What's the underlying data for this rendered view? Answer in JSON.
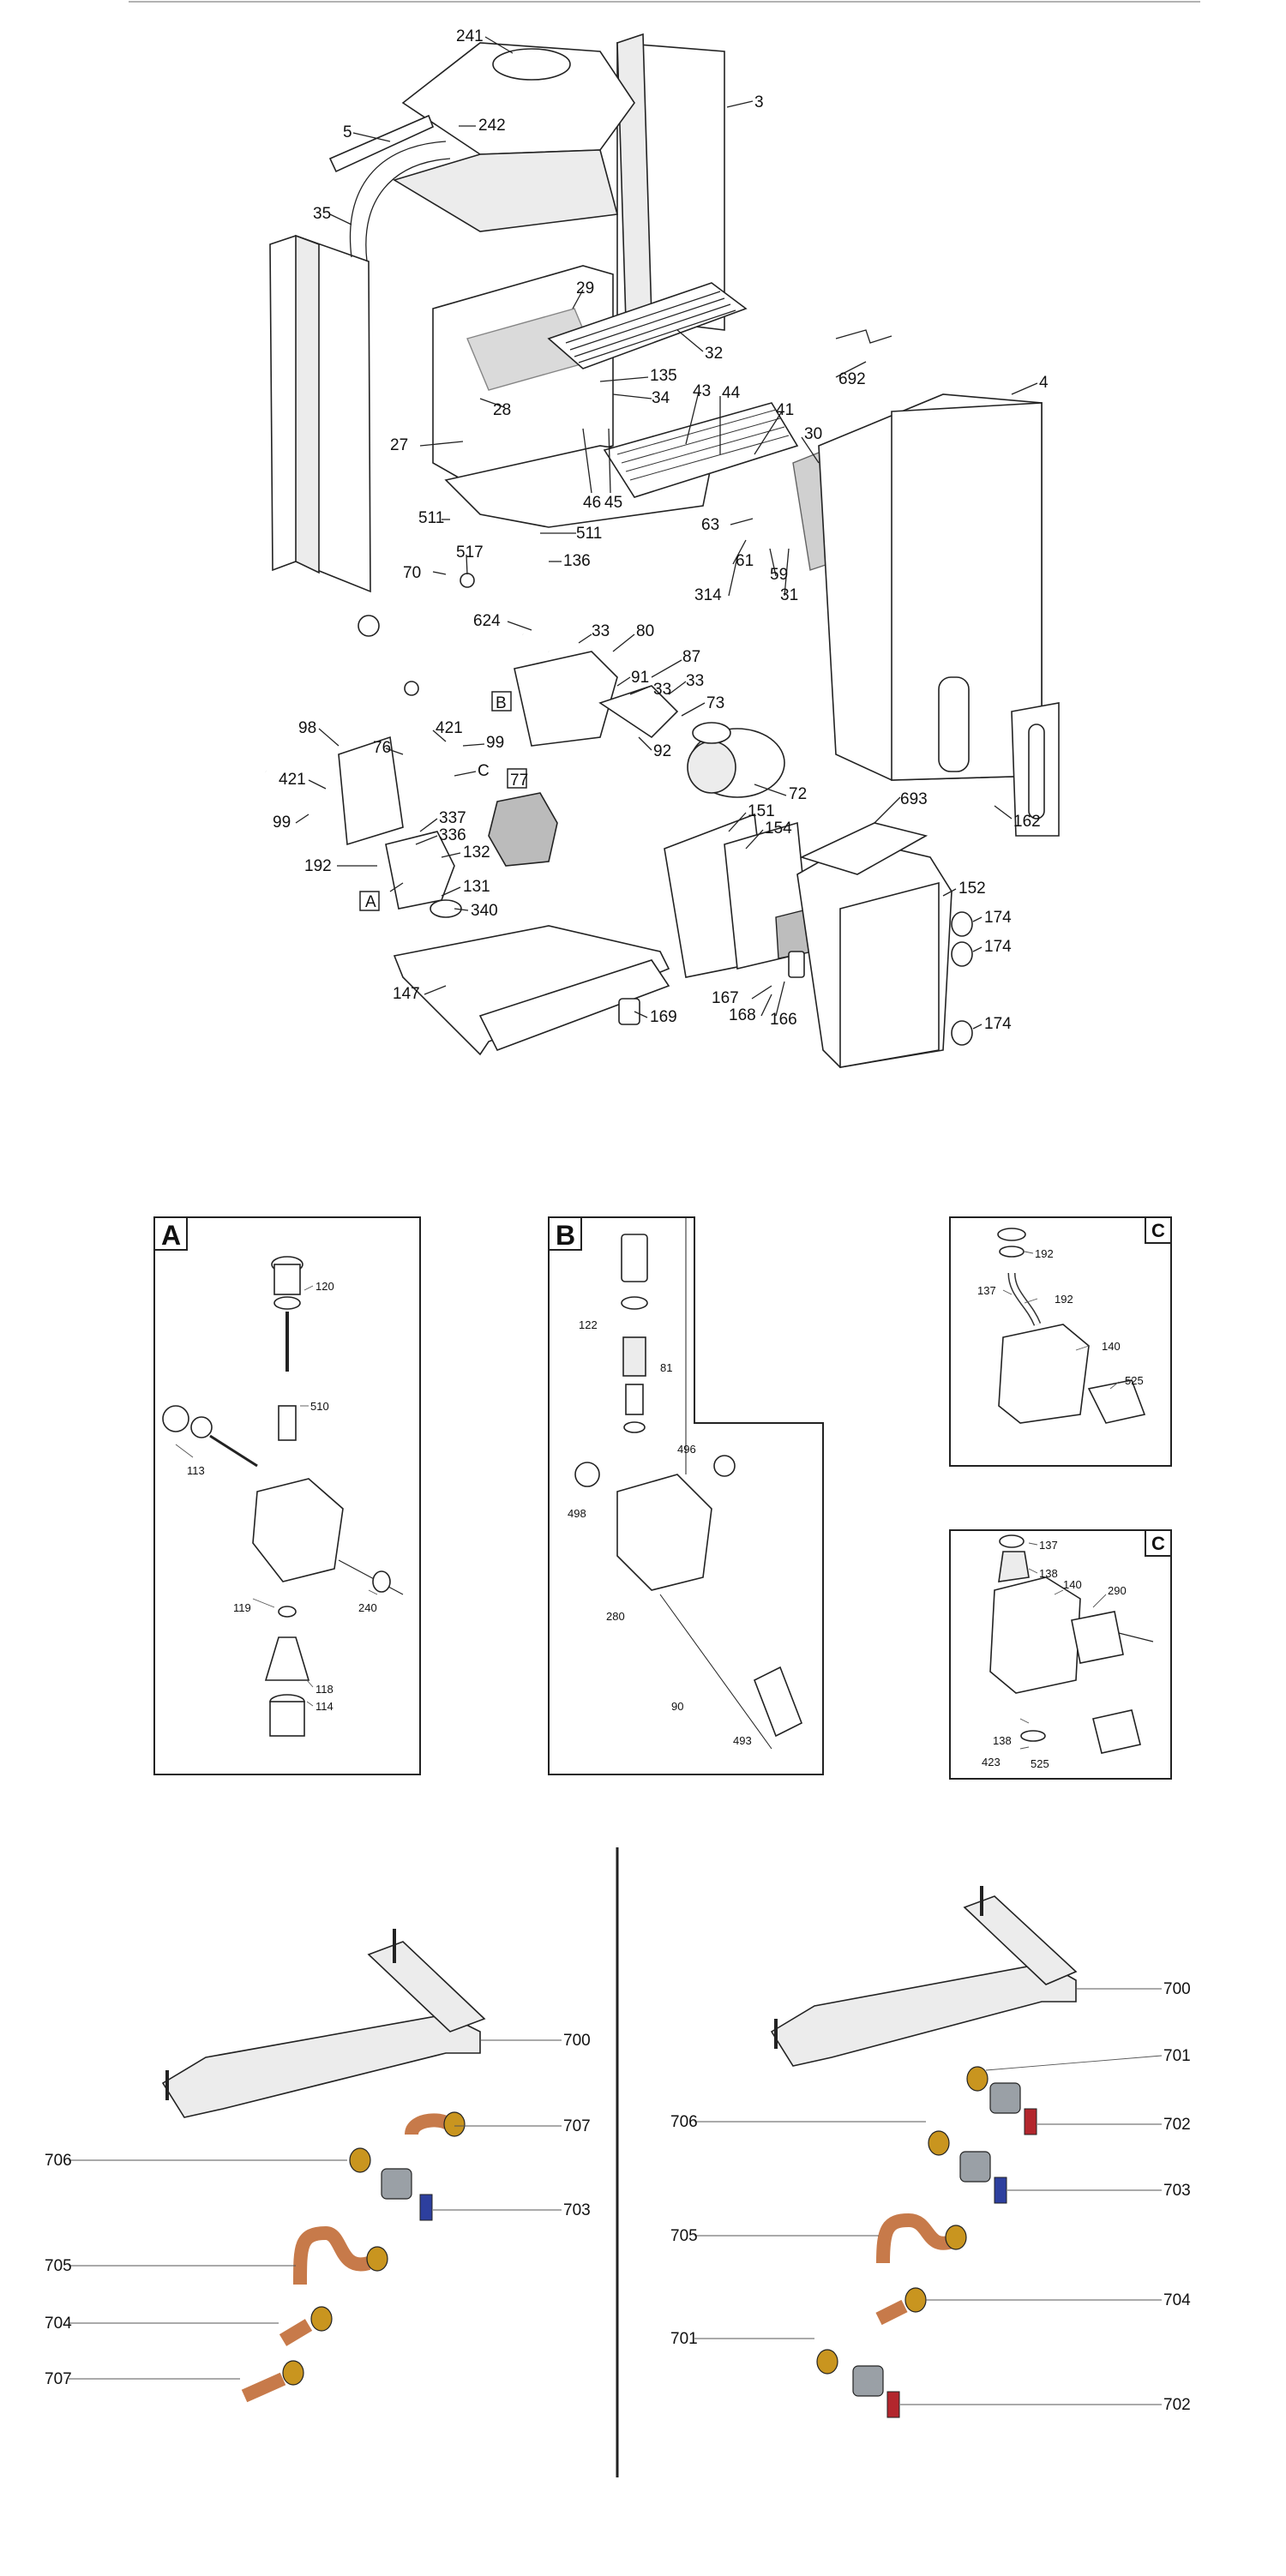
{
  "main_diagram": {
    "callouts": [
      "241",
      "3",
      "5",
      "242",
      "35",
      "29",
      "32",
      "135",
      "692",
      "4",
      "34",
      "28",
      "27",
      "43",
      "44",
      "41",
      "30",
      "46",
      "45",
      "63",
      "511",
      "511",
      "517",
      "136",
      "70",
      "61",
      "59",
      "314",
      "31",
      "624",
      "33",
      "80",
      "87",
      "91",
      "33",
      "33",
      "73",
      "B",
      "98",
      "421",
      "99",
      "76",
      "77",
      "C",
      "92",
      "72",
      "693",
      "421",
      "99",
      "337",
      "336",
      "132",
      "151",
      "154",
      "162",
      "192",
      "A",
      "131",
      "340",
      "152",
      "174",
      "174",
      "174",
      "147",
      "169",
      "167",
      "168",
      "166"
    ]
  },
  "detail_a": {
    "letter": "A",
    "callouts": [
      "120",
      "510",
      "113",
      "119",
      "240",
      "118",
      "114"
    ]
  },
  "detail_b": {
    "letter": "B",
    "callouts": [
      "122",
      "81",
      "496",
      "498",
      "280",
      "90",
      "493"
    ]
  },
  "detail_c1": {
    "letter": "C",
    "callouts": [
      "192",
      "137",
      "192",
      "140",
      "525"
    ]
  },
  "detail_c2": {
    "letter": "C",
    "callouts": [
      "137",
      "138",
      "140",
      "290",
      "138",
      "423",
      "525"
    ]
  },
  "kit_left": {
    "callouts": [
      "700",
      "707",
      "706",
      "703",
      "705",
      "704",
      "707"
    ],
    "colors": {
      "copper": "#c77a4a",
      "brass": "#c9951f",
      "steel": "#9aa0a6",
      "blue_handle": "#2d3f9e"
    }
  },
  "kit_right": {
    "callouts": [
      "700",
      "701",
      "702",
      "706",
      "703",
      "705",
      "704",
      "701",
      "702"
    ],
    "colors": {
      "copper": "#c77a4a",
      "brass": "#c9951f",
      "steel": "#9aa0a6",
      "blue_handle": "#2d3f9e",
      "red_handle": "#b3262d"
    }
  }
}
